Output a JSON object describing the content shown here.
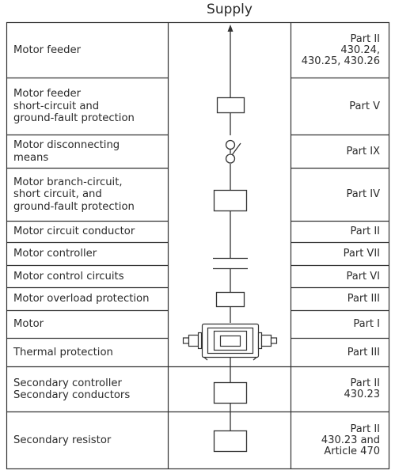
{
  "header": {
    "supply_label": "Supply"
  },
  "rows": [
    {
      "label": "Motor feeder",
      "article": "Part II\n430.24,\n430.25, 430.26"
    },
    {
      "label": "Motor feeder\nshort-circuit and\nground-fault protection",
      "article": "Part V"
    },
    {
      "label": "Motor disconnecting\nmeans",
      "article": "Part IX"
    },
    {
      "label": "Motor branch-circuit,\nshort circuit, and\nground-fault protection",
      "article": "Part IV"
    },
    {
      "label": "Motor circuit conductor",
      "article": "Part II"
    },
    {
      "label": "Motor controller",
      "article": "Part VII"
    },
    {
      "label": "Motor control circuits",
      "article": "Part VI"
    },
    {
      "label": "Motor overload protection",
      "article": "Part III"
    },
    {
      "label": "Motor",
      "article": "Part I"
    },
    {
      "label": "Thermal protection",
      "article": "Part III"
    },
    {
      "label": "Secondary controller\nSecondary conductors",
      "article": "Part II\n430.23"
    },
    {
      "label": "Secondary resistor",
      "article": "Part II\n430.23 and\nArticle 470"
    }
  ],
  "colors": {
    "line": "#333333",
    "text": "#2a2a2a"
  }
}
